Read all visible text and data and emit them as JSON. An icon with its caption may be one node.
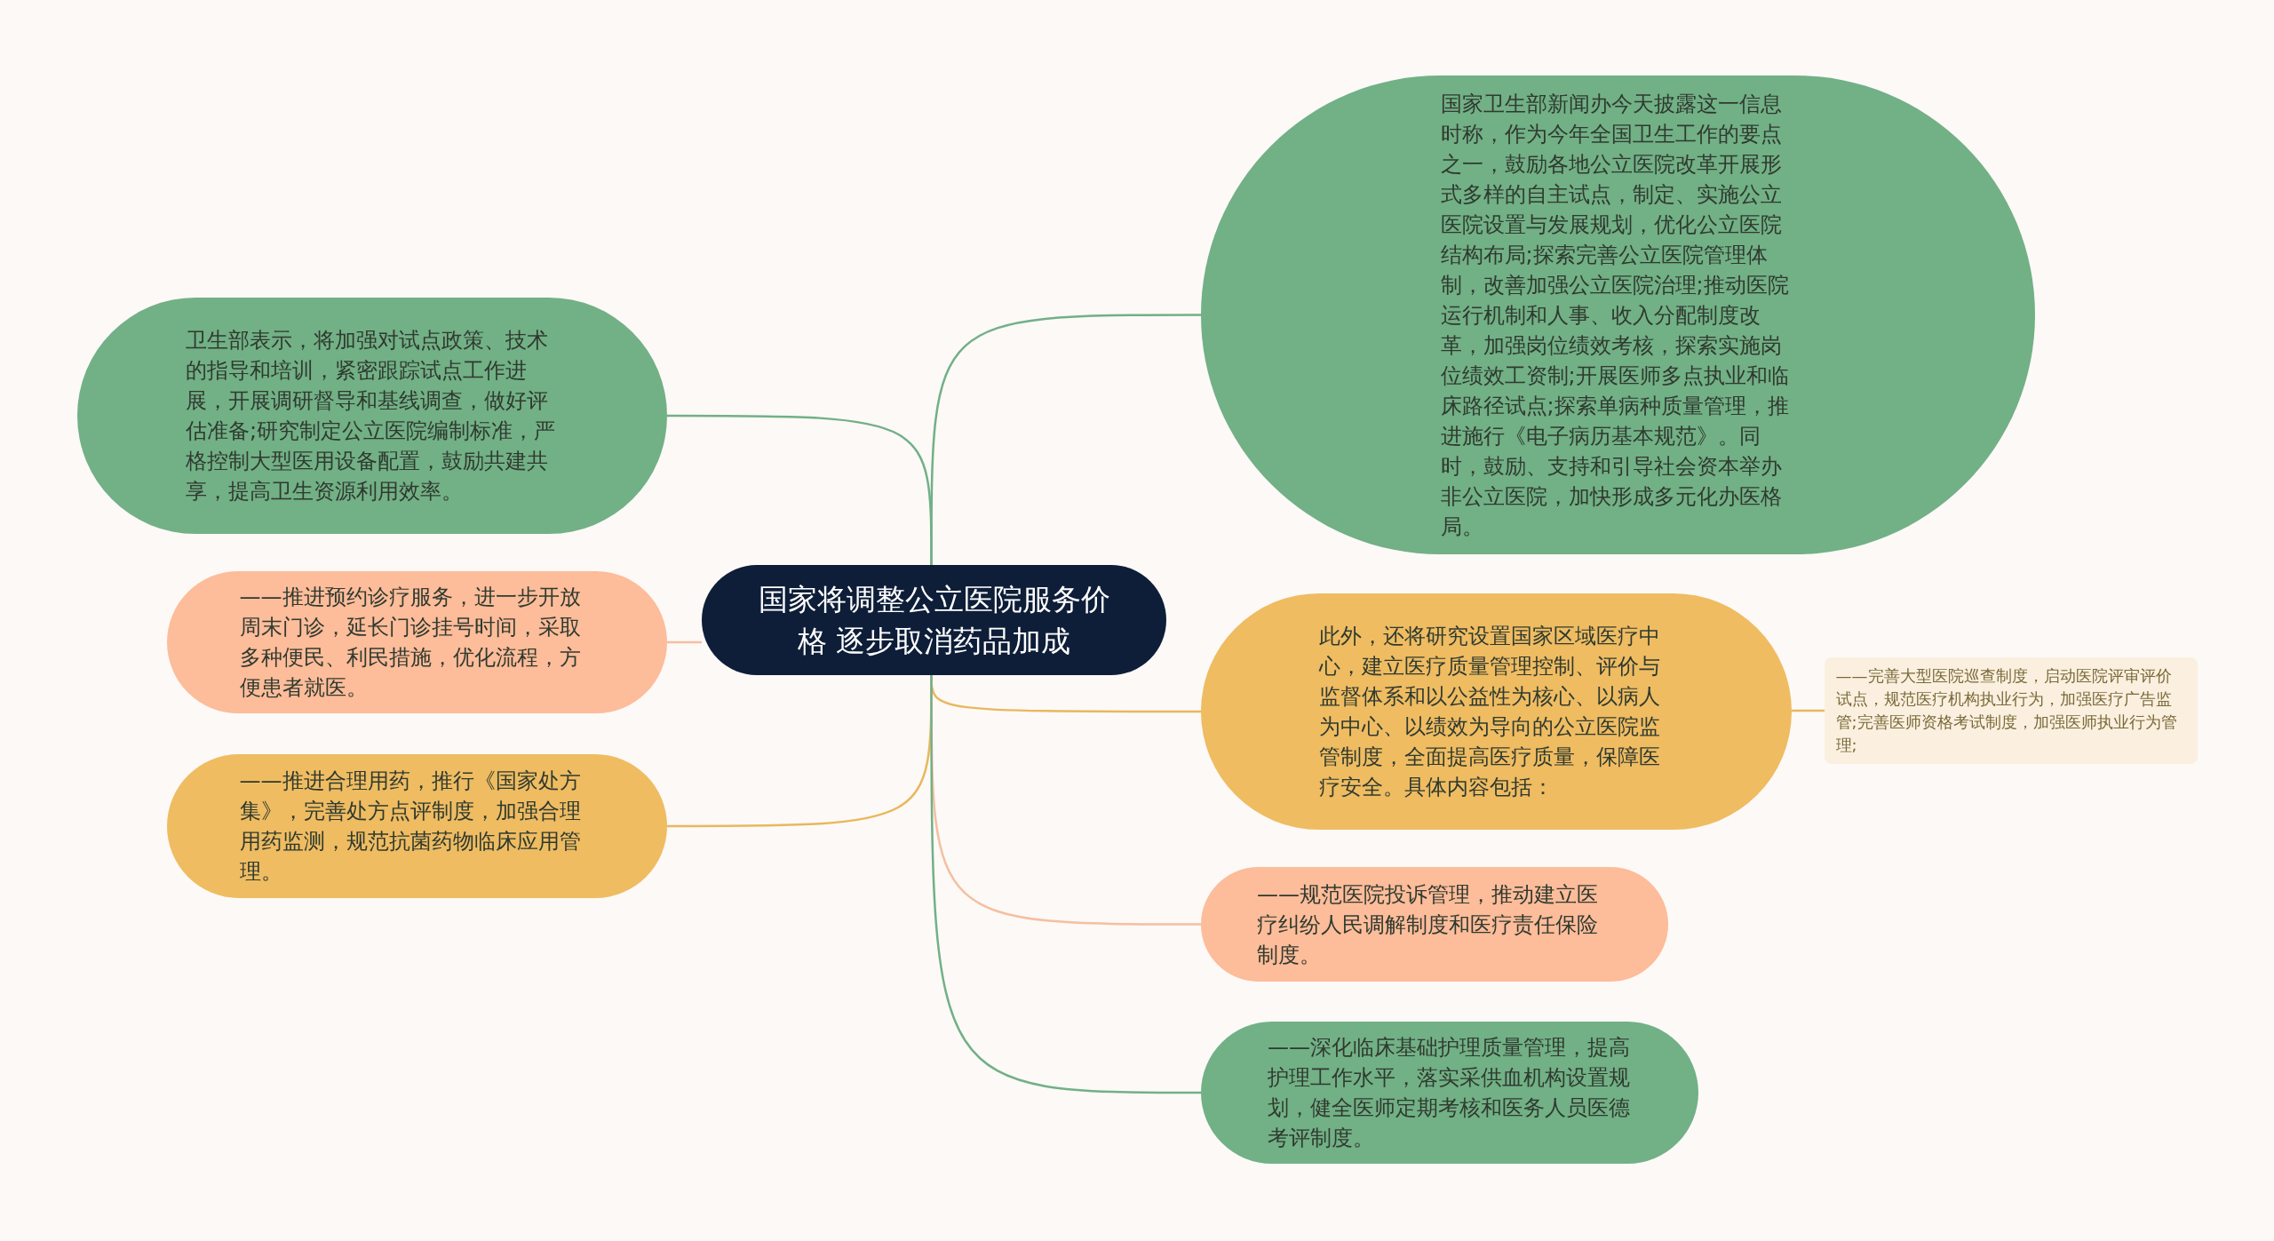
{
  "diagram": {
    "nodes": [
      {
        "text": [
          "国家将调整公立医院服务价格 逐步取消药品加成"
        ]
      },
      {
        "text": [
          "卫生部表示，将加强对试点政策、技术的指导和培训，紧密跟踪试点工作进展，开展调研督导和基线调查，做好评估准备;研究制定公立医院编制标准，严格控制大型医用设备配置，鼓励共建共享，提高卫生资源利用效率。"
        ]
      },
      {
        "text": [
          "——推进预约诊疗服务，进一步开放周末门诊，延长门诊挂号时间，采取多种便民、利民措施，优化流程，方便患者就医。"
        ]
      },
      {
        "text": [
          "——推进合理用药，推行《国家处方集》，完善处方点评制度，加强合理用药监测，规范抗菌药物临床应用管理。"
        ]
      },
      {
        "text": [
          "国家卫生部新闻办今天披露这一信息时称，作为今年全国卫生工作的要点之一，鼓励各地公立医院改革开展形式多样的自主试点，制定、实施公立医院设置与发展规划，优化公立医院结构布局;探索完善公立医院管理体制，改善加强公立医院治理;推动医院运行机制和人事、收入分配制度改革，加强岗位绩效考核，探索实施岗位绩效工资制;开展医师多点执业和临床路径试点;探索单病种质量管理，推进施行《电子病历基本规范》。同时，鼓励、支持和引导社会资本举办非公立医院，加快形成多元化办医格局。"
        ]
      },
      {
        "text": [
          "此外，还将研究设置国家区域医疗中心，建立医疗质量管理控制、评价与监督体系和以公益性为核心、以病人为中心、以绩效为导向的公立医院监管制度，全面提高医疗质量，保障医疗安全。具体内容包括："
        ]
      },
      {
        "text": [
          "——完善大型医院巡查制度，启动医院评审评价试点，规范医疗机构执业行为，加强医疗广告监管;完善医师资格考试制度，加强医师执业行为管理;"
        ]
      },
      {
        "text": [
          "——规范医院投诉管理，推动建立医疗纠纷人民调解制度和医疗责任保险制度。"
        ]
      },
      {
        "text": [
          "——深化临床基础护理质量管理，提高护理工作水平，落实采供血机构设置规划，健全医师定期考核和医务人员医德考评制度。"
        ]
      }
    ],
    "edges": [
      {
        "from": 0,
        "to": 1,
        "arrow": "none",
        "color": "#72b086"
      },
      {
        "from": 0,
        "to": 2,
        "arrow": "none",
        "color": "#f5bfa0"
      },
      {
        "from": 0,
        "to": 3,
        "arrow": "none",
        "color": "#e8b85c"
      },
      {
        "from": 0,
        "to": 4,
        "arrow": "none",
        "color": "#72b086"
      },
      {
        "from": 0,
        "to": 5,
        "arrow": "none",
        "color": "#e8b85c"
      },
      {
        "from": 5,
        "to": 6,
        "arrow": "none",
        "color": "#e8b85c"
      },
      {
        "from": 0,
        "to": 7,
        "arrow": "none",
        "color": "#f5bfa0"
      },
      {
        "from": 0,
        "to": 8,
        "arrow": "none",
        "color": "#72b086"
      }
    ]
  }
}
